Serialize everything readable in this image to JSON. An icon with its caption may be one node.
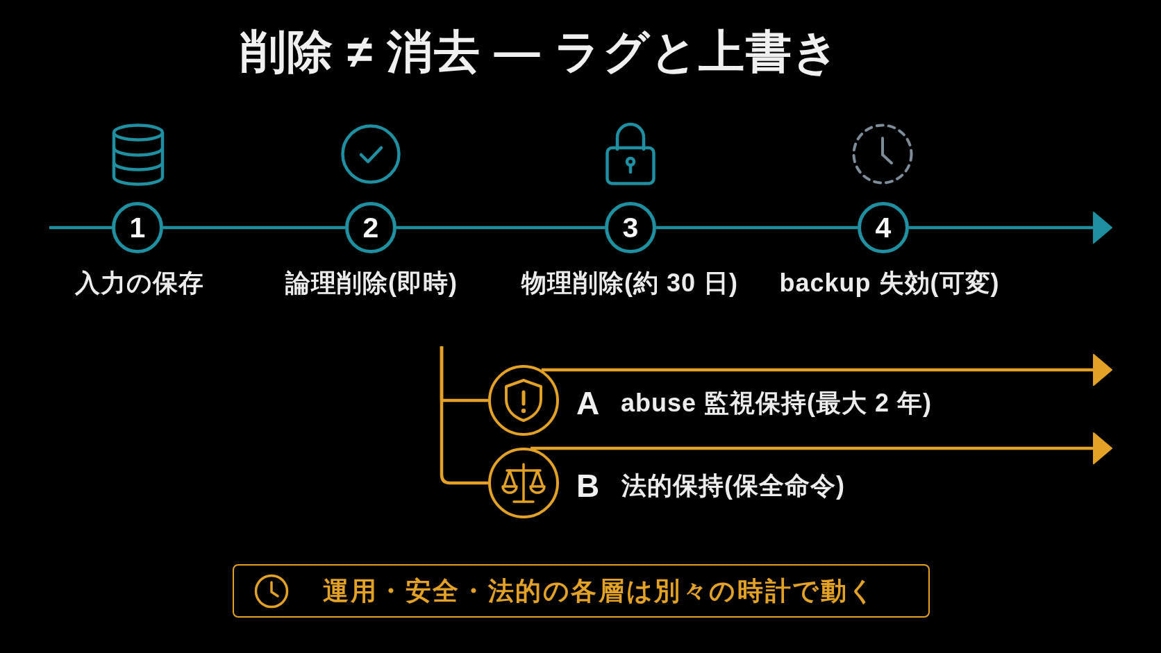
{
  "diagram": {
    "title": "削除 ≠ 消去 — ラグと上書き",
    "nodes": [
      {
        "text": [
          "1"
        ],
        "beside": [
          "入力の保存"
        ]
      },
      {
        "text": [
          "2"
        ],
        "beside": [
          "論理削除(即時)"
        ]
      },
      {
        "text": [
          "3"
        ],
        "beside": [
          "物理削除(約 30 日)"
        ]
      },
      {
        "text": [
          "4"
        ],
        "beside": [
          "backup 失効(可変)"
        ]
      },
      {
        "text": [],
        "shape": "circle",
        "beside": [
          "A",
          "abuse 監視保持(最大 2 年)"
        ]
      },
      {
        "text": [],
        "shape": "circle",
        "beside": [
          "B",
          "法的保持(保全命令)"
        ]
      },
      {
        "text": [
          "運用・安全・法的の各層は別々の時計で動く"
        ]
      }
    ],
    "edges": [
      {
        "from": null,
        "to": 0,
        "arrow": "none"
      },
      {
        "from": 0,
        "to": 1,
        "arrow": "none"
      },
      {
        "from": 1,
        "to": 2,
        "arrow": "none"
      },
      {
        "from": 2,
        "to": 3,
        "arrow": "none"
      },
      {
        "from": 3,
        "to": null,
        "arrow": "to"
      },
      {
        "from": null,
        "to": 4,
        "arrow": "none",
        "color": "#e3a126"
      },
      {
        "from": null,
        "to": 5,
        "arrow": "none",
        "color": "#e3a126"
      },
      {
        "from": 4,
        "to": null,
        "arrow": "to",
        "color": "#e3a126"
      },
      {
        "from": 5,
        "to": null,
        "arrow": "to",
        "color": "#e3a126"
      }
    ]
  }
}
